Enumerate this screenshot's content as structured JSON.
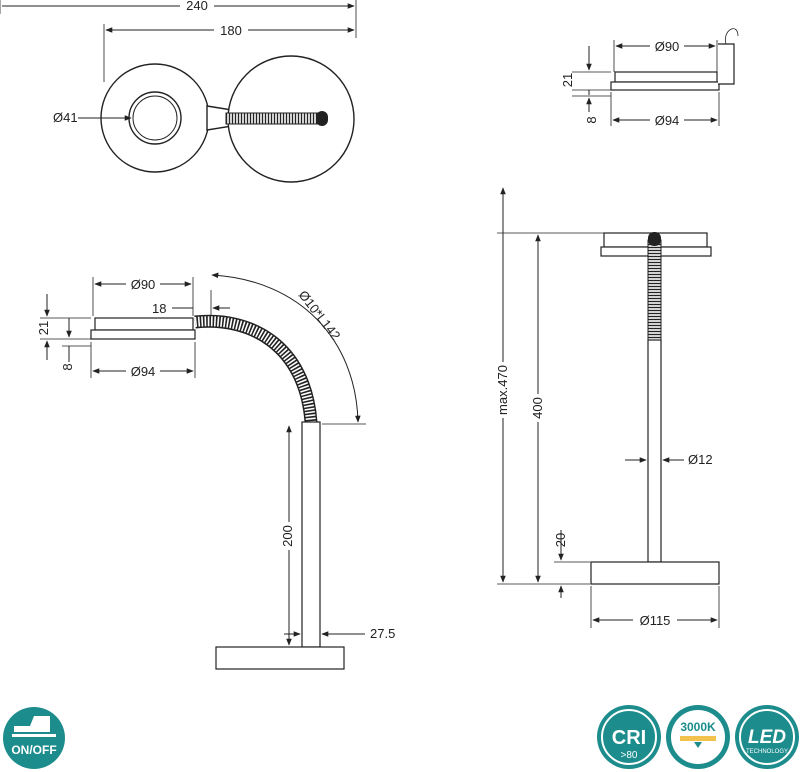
{
  "dimensions": {
    "top_width_total": "240",
    "top_width_inner": "180",
    "top_diameter_small": "Ø41",
    "side_top_d90": "Ø90",
    "side_top_21": "21",
    "side_top_8": "8",
    "side_top_d94": "Ø94",
    "left_d90": "Ø90",
    "left_18": "18",
    "left_21": "21",
    "left_8": "8",
    "left_d94": "Ø94",
    "left_hose": "Ø10*L142",
    "left_200": "200",
    "left_275": "27.5",
    "right_max": "max.470",
    "right_400": "400",
    "right_d12": "Ø12",
    "right_20": "20",
    "right_d115": "Ø115"
  },
  "badges": {
    "onoff": "ON/OFF",
    "cri_main": "CRI",
    "cri_sub": ">80",
    "kelvin": "3000K",
    "led_main": "LED",
    "led_sub": "TECHNOLOGY"
  },
  "colors": {
    "badge_teal": "#1d8c8c",
    "line": "#222222"
  }
}
